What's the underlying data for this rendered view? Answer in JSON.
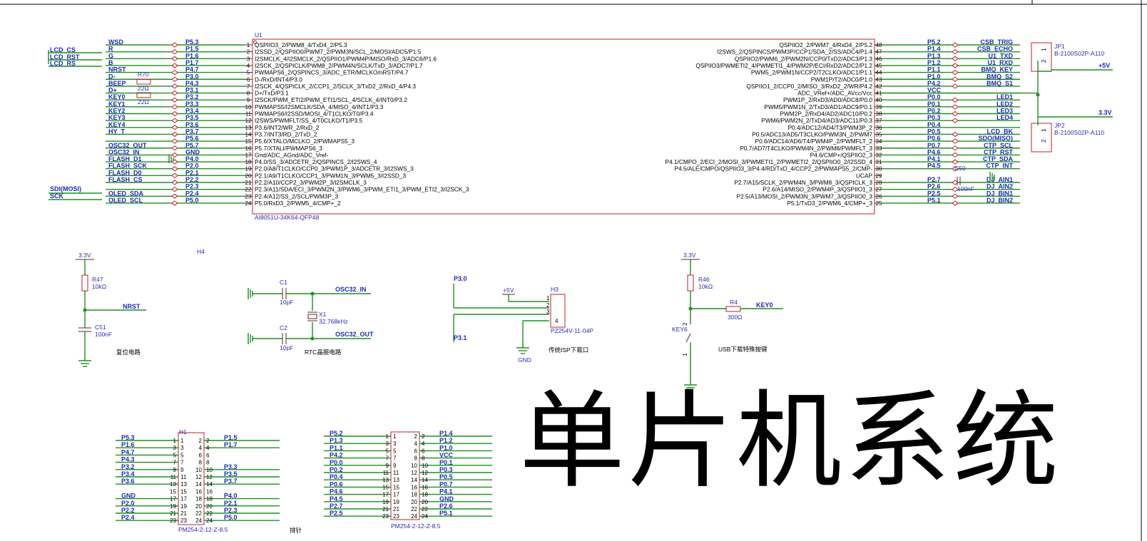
{
  "title": "单片机系统",
  "mcu": {
    "ref": "U1",
    "part": "AI8051U-34K64-QFP48",
    "left_pins": [
      {
        "num": "1",
        "name": "QSPIIO3_2/PWM8_4/TxD4_2/P5.3",
        "net": "WSD",
        "port": "P5.3"
      },
      {
        "num": "2",
        "name": "I2SSD_2/QSPIIO0/PWM7_2/PWM3N/SCL_2/MOSI/ADC5/P1.5",
        "net": "R",
        "port": "P1.5"
      },
      {
        "num": "3",
        "name": "I2SMCLK_4/I2SMCLK_2/QSPIIO1/PWM4P/MISO/RxD_3/ADC6/P1.6",
        "net": "G",
        "port": "P1.6"
      },
      {
        "num": "4",
        "name": "I2SCK_2/QSPICLK/PWM8_2/PWM4N/SCLK/TxD_3/ADC7/P1.7",
        "net": "B",
        "port": "P1.7"
      },
      {
        "num": "5",
        "name": "PWMAPS6_2/QSPINCS_3/ADC_ETR/MCLKO/nRST/P4.7",
        "net": "NRST",
        "port": "P4.7"
      },
      {
        "num": "6",
        "name": "D-/RxD/INT4/P3.0",
        "net": "D-",
        "port": "P3.0"
      },
      {
        "num": "7",
        "name": "I2SCK_4/QSPICLK_2/CCP1_2/SCLK_3/TxD2_2/RxD_4/P4.3",
        "net": "BEEP",
        "port": "P4.3"
      },
      {
        "num": "8",
        "name": "D+/TxD/P3.1",
        "net": "D+",
        "port": "P3.1"
      },
      {
        "num": "9",
        "name": "I2SCK/PWM_ETI2/PWM_ETI1/SCL_4/SCLK_4/INT0/P3.2",
        "net": "KEY0",
        "port": "P3.2"
      },
      {
        "num": "10",
        "name": "PWMAPS5/I2SMCLK/SDA_4/MISO_4/INT1/P3.3",
        "net": "KEY1",
        "port": "P3.3"
      },
      {
        "num": "11",
        "name": "PWMAPS6/I2SSD/MOSI_4/T1CLKO/T0/P3.4",
        "net": "KEY2",
        "port": "P3.4"
      },
      {
        "num": "12",
        "name": "I2SWS/PWMFLT/SS_4/T0CLKO/T1/P3.5",
        "net": "KEY3",
        "port": "P3.5"
      },
      {
        "num": "13",
        "name": "P3.6/INT2/WR_2/RxD_2",
        "net": "KEY4",
        "port": "P3.6"
      },
      {
        "num": "14",
        "name": "P3.7/INT3/RD_2/TxD_2",
        "net": "HY_T",
        "port": "P3.7"
      },
      {
        "num": "15",
        "name": "P5.6/XTALO/MCLKO_2/PWMAPS5_3",
        "net": "",
        "port": "P5.6"
      },
      {
        "num": "16",
        "name": "P5.7/XTALI/PWMAPS6_3",
        "net": "OSC32_OUT",
        "port": "P5.7"
      },
      {
        "num": "17",
        "name": "Gnd/ADC_AGnd/ADC_Vref-",
        "net": "OSC32_IN",
        "port": "GND"
      },
      {
        "num": "18",
        "name": "P4.0/SS_3/ADCETR_2/QSPINCS_2/I2SWS_4",
        "net": "FLASH_D1",
        "port": "P4.0"
      },
      {
        "num": "19",
        "name": "P2.0/A8/T1CLKO/CCP0_3/PWM1P_3/ADCETR_3/I2SWS_3",
        "net": "FLASH_SCK",
        "port": "P2.0"
      },
      {
        "num": "20",
        "name": "P2.1/A9/T1CLKO/CCP1_3/PWM1N_3/PWM5_3/I2SSD_3",
        "net": "FLASH_D0",
        "port": "P2.1"
      },
      {
        "num": "21",
        "name": "P2.2/A10/CCP2_3/PWM2P_3/I2SMCLK_3",
        "net": "FLASH_CS",
        "port": "P2.2"
      },
      {
        "num": "22",
        "name": "P2.3/A11/SDA/ECI_3/PWM2N_3/PWM6_3/PWM_ETI1_3/PWM_ETI2_3/I2SCK_3",
        "net": "",
        "port": "P2.3"
      },
      {
        "num": "23",
        "name": "P2.4/A12/SS_2/SCL/PWM3P_3",
        "net": "OLED_SDA",
        "port": "P2.4"
      },
      {
        "num": "24",
        "name": "P5.0/RxD3_2/PWM5_4/CMP+_2",
        "net": "OLED_SCL",
        "port": "P5.0"
      }
    ],
    "right_pins": [
      {
        "num": "48",
        "name": "QSPIIO2_2/PWM7_4/RxD4_2/P5.2",
        "port": "P5.2",
        "net": "CSB_TRIG"
      },
      {
        "num": "47",
        "name": "I2SWS_2/QSPINCS/PWM3P/CCP1/SDA_2/SS/ADC4/P1.4",
        "port": "P1.4",
        "net": "CSB_ECHO"
      },
      {
        "num": "46",
        "name": "QSPIIO2/PWM6_2/PWM2N/CCP0/TxD2/ADC3/P1.3",
        "port": "P1.3",
        "net": "U1_TXD"
      },
      {
        "num": "45",
        "name": "QSPIIO3/PWMETI2_4/PWMETI1_4/PWM2P/ECI/RxD2/ADC2/P1.2",
        "port": "P1.2",
        "net": "U1_RXD"
      },
      {
        "num": "44",
        "name": "PWM5_2/PWM1N/CCP2/T2CLKO/ADC1/P1.1",
        "port": "P1.1",
        "net": "BMQ_KEY"
      },
      {
        "num": "43",
        "name": "PWM1P/T2/ADC0/P1.0",
        "port": "P1.0",
        "net": "BMQ_S2"
      },
      {
        "num": "42",
        "name": "QSPIIO1_2/CCP0_2/MISO_3/RxD2_2/WR/P4.2",
        "port": "P4.2",
        "net": "BMQ_S1"
      },
      {
        "num": "41",
        "name": "ADC_VRef+/ADC_AVcc/Vcc",
        "port": "VCC",
        "net": ""
      },
      {
        "num": "40",
        "name": "PWM1P_2/RxD3/AD0/ADC8/P0.0",
        "port": "P0.0",
        "net": "LED1"
      },
      {
        "num": "39",
        "name": "PWM5/PWM1N_2/TxD3/AD1/ADC9/P0.1",
        "port": "P0.1",
        "net": "LED2"
      },
      {
        "num": "38",
        "name": "PWM2P_2/RxD4/AD2/ADC10/P0.2",
        "port": "P0.2",
        "net": "LED3"
      },
      {
        "num": "37",
        "name": "PWM6/PWM2N_2/TxD4/AD3/ADC11/P0.3",
        "port": "P0.3",
        "net": "LED4"
      },
      {
        "num": "36",
        "name": "P0.4/ADC12/AD4/T3/PWM3P_2",
        "port": "P0.4",
        "net": ""
      },
      {
        "num": "35",
        "name": "P0.5/ADC13/AD5/T3CLKO/PWM3N_2/PWM7",
        "port": "P0.5",
        "net": "LCD_BK"
      },
      {
        "num": "34",
        "name": "P0.6/ADC14/AD6/T4/PWM4P_2/PWMFLT_2",
        "port": "P0.6",
        "net": "SDO(MISO)"
      },
      {
        "num": "33",
        "name": "P0.7/AD7/T4CLKO/PWM4N_2/PWM8/PWMFLT_3",
        "port": "P0.7",
        "net": "CTP_SCL"
      },
      {
        "num": "32",
        "name": "P4.6/CMP+/QSPIIO2_3",
        "port": "P4.6",
        "net": "CTP_RST"
      },
      {
        "num": "31",
        "name": "P4.1/CMPO_2/ECI_2/MOSI_3/PWMETI1_2/PWMETI2_2/QSPIIO0_2/I2SSD_4",
        "port": "P4.1",
        "net": "CTP_SDA"
      },
      {
        "num": "30",
        "name": "P4.5/ALE/CMPO/QSPIIO3_3/P4.4/RD/TxD_4/CCP2_2/PWMAPS5_2/CMP-",
        "port": "P4.5",
        "net": "CTP_INT"
      },
      {
        "num": "29",
        "name": "UCAP",
        "port": "",
        "net": ""
      },
      {
        "num": "28",
        "name": "P2.7/A15/SCLK_2/PWM4N_3/PWM8_3/QSPICLK_3",
        "port": "P2.7",
        "net": "DJ_AIN1"
      },
      {
        "num": "27",
        "name": "P2.6/A14/MISO_2/PWM4P_3/QSPIIO1_3",
        "port": "P2.6",
        "net": "DJ_AIN2"
      },
      {
        "num": "26",
        "name": "P2.5/A13/MOSI_2/PWM3N_3/PWM7_3/QSPIIO0_3",
        "port": "P2.5",
        "net": "DJ_BIN1"
      },
      {
        "num": "25",
        "name": "P5.1/TxD3_2/PWM6_4/CMP+_3",
        "port": "P5.1",
        "net": "DJ_BIN2"
      }
    ],
    "far_left_nets": [
      "LCD_CS",
      "LCD_RST",
      "LCD_RS"
    ],
    "far_left_nets2": [
      "SDI(MOSI)",
      "SCK"
    ],
    "r70": {
      "ref": "R70",
      "val": "22Ω"
    },
    "r71": {
      "val": "22Ω"
    },
    "ucap": {
      "ref": "C50",
      "val": "100nF"
    }
  },
  "jp1": {
    "ref": "JP1",
    "part": "B-2100S02P-A110",
    "net": "+5V",
    "pin1": "1",
    "pin2": "2"
  },
  "jp2": {
    "ref": "JP2",
    "part": "B-2100S02P-A110",
    "net": "3.3V",
    "pin1": "1",
    "pin2": "2"
  },
  "reset": {
    "caption": "复位电路",
    "h4": "H4",
    "supply": "3.3V",
    "r": {
      "ref": "R47",
      "val": "10kΩ"
    },
    "c": {
      "ref": "C51",
      "val": "100nF"
    },
    "net": "NRST"
  },
  "rtc": {
    "caption": "RTC晶振电路",
    "c1": {
      "ref": "C1",
      "val": "10pF"
    },
    "c2": {
      "ref": "C2",
      "val": "10pF"
    },
    "x": {
      "ref": "X1",
      "val": "32.768kHz"
    },
    "net_in": "OSC32_IN",
    "net_out": "OSC32_OUT"
  },
  "isp": {
    "caption": "传统ISP下载口",
    "ref": "H3",
    "part": "PZ254V-11-04P",
    "p30": "P3.0",
    "p31": "P3.1",
    "v5": "+5V",
    "gnd": "GND",
    "pins": [
      "1",
      "2",
      "3",
      "4"
    ]
  },
  "usbkey": {
    "caption": "USB下载特殊按键",
    "supply": "3.3V",
    "r46": {
      "ref": "R46",
      "val": "10kΩ"
    },
    "r4": {
      "ref": "R4",
      "val": "300Ω"
    },
    "key": "KEY6",
    "net": "KEY0",
    "p1": "1",
    "p2": "2"
  },
  "header1": {
    "ref": "H1",
    "part": "PM254-2-12-Z-8.5",
    "left": [
      "P5.3",
      "P1.6",
      "P4.7",
      "P4.3",
      "P3.2",
      "P3.4",
      "P3.6",
      "",
      "GND",
      "P2.0",
      "P2.2",
      "P2.4"
    ],
    "right": [
      "P1.5",
      "P1.7",
      "",
      "",
      "P3.3",
      "P3.5",
      "P3.7",
      "",
      "P4.0",
      "P2.1",
      "P2.3",
      "P5.0"
    ]
  },
  "header2": {
    "ref": "",
    "part": "PM254-2-12-Z-8.5",
    "left": [
      "P5.2",
      "P1.3",
      "P1.1",
      "P4.2",
      "P0.0",
      "P0.2",
      "P0.4",
      "P0.6",
      "P4.6",
      "P4.5",
      "P2.7",
      "P2.5"
    ],
    "right": [
      "P1.4",
      "P1.2",
      "P1.0",
      "VCC",
      "P0.1",
      "P0.3",
      "P0.5",
      "P0.7",
      "P4.1",
      "GND",
      "P2.6",
      "P5.1"
    ]
  },
  "header_caption": "排针"
}
